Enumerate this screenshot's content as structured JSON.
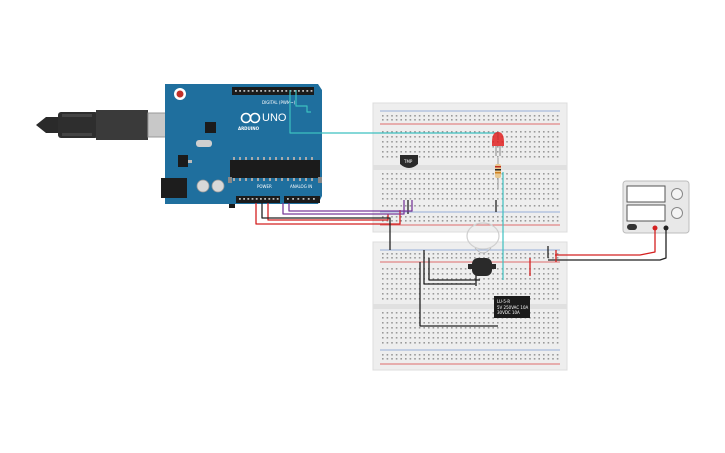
{
  "arduino": {
    "model_label": "UNO",
    "brand_label": "ARDUINO",
    "digital_label": "DIGITAL (PWM~)",
    "power_label": "POWER",
    "analog_label": "ANALOG IN",
    "board_color": "#1f6f9e"
  },
  "components": {
    "sensor_label": "TMP",
    "relay_label_line1": "LU-5-R",
    "relay_label_line2": "5V  250VAC 10A",
    "relay_label_line3": "30VDC 10A"
  },
  "colors": {
    "wire_red": "#d42020",
    "wire_black": "#222222",
    "wire_purple": "#7a3a9a",
    "wire_cyan": "#3cc0c0",
    "rail_red": "#d84040",
    "rail_blue": "#7a9ad0",
    "breadboard": "#eeeeee",
    "led_red": "#e02020",
    "power_supply": "#e8e8e8"
  }
}
